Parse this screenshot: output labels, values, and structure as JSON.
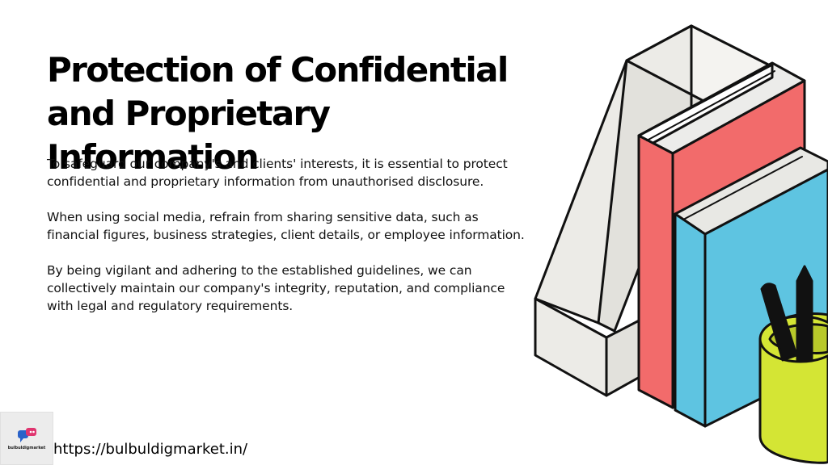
{
  "slide": {
    "title": "Protection of Confidential and Proprietary Information",
    "paragraphs": [
      "To safeguard our company's and clients' interests, it is essential to protect confidential and proprietary information from unauthorised disclosure.",
      "When using social media, refrain from sharing sensitive data, such as financial figures, business strategies, client details, or employee information.",
      "By being vigilant and adhering to the established guidelines, we can collectively maintain our company's integrity, reputation, and compliance with legal and regulatory requirements."
    ]
  },
  "footer": {
    "logo_text": "bulbuldigmarket",
    "url": "https://bulbuldigmarket.in/"
  },
  "illustration": {
    "icons": [
      "magazine-holder-icon",
      "red-book-icon",
      "blue-book-icon",
      "pencil-cup-icon"
    ],
    "colors": {
      "holder": "#ecebe7",
      "red_book": "#f26b6b",
      "blue_book": "#5ec4e1",
      "cup": "#d4e534",
      "pages": "#e8e8e4",
      "outline": "#111111"
    }
  }
}
